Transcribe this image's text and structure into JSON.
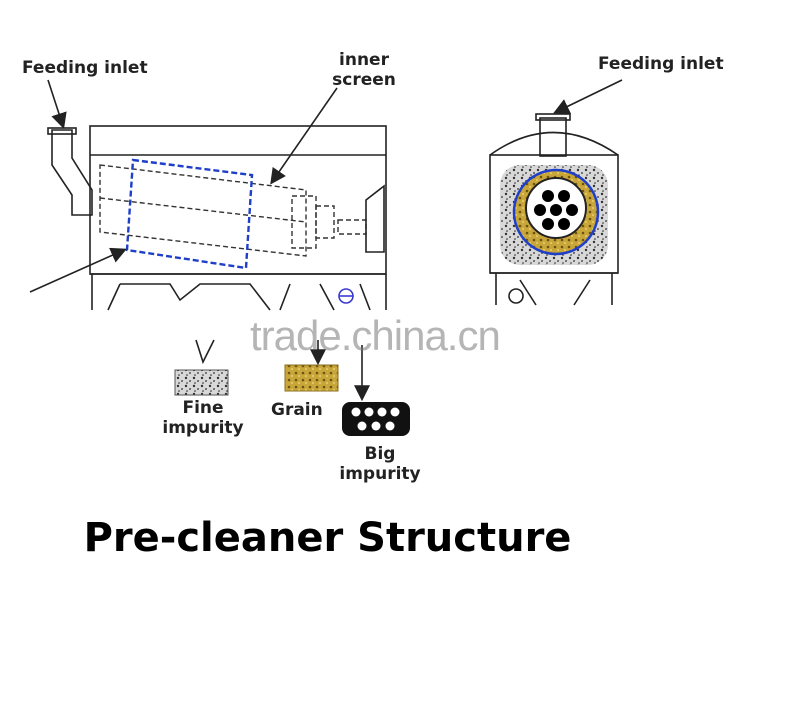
{
  "labels": {
    "feeding_inlet_left": "Feeding inlet",
    "inner_screen_line1": "inner",
    "inner_screen_line2": "screen",
    "feeding_inlet_right": "Feeding inlet",
    "fine_line1": "Fine",
    "fine_line2": "impurity",
    "grain": "Grain",
    "big_line1": "Big",
    "big_line2": "impurity"
  },
  "title": "Pre-cleaner Structure",
  "watermark": "trade.china.cn",
  "colors": {
    "line": "#222222",
    "dashed": "#333333",
    "screen": "#1f3fc9",
    "grain": "#c9a63a",
    "background": "#ffffff"
  }
}
